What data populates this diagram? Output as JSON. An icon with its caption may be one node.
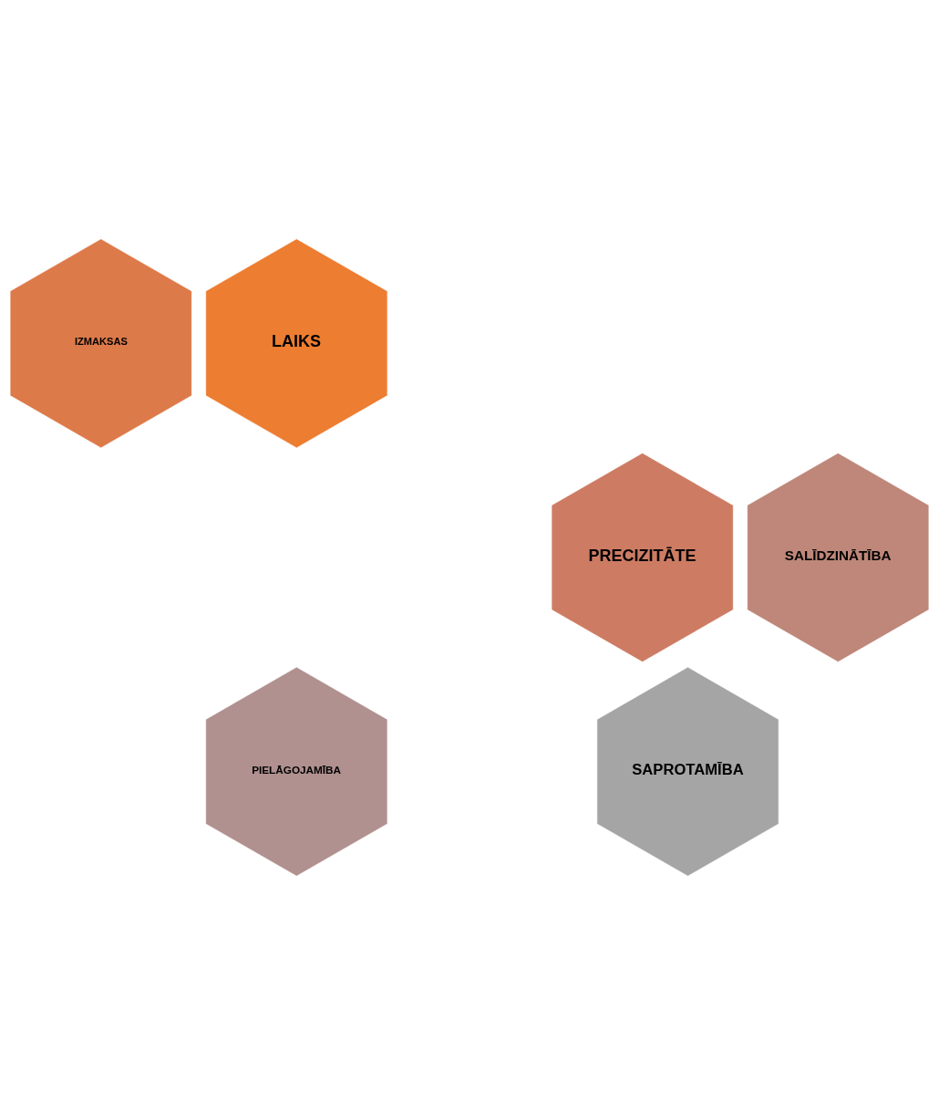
{
  "diagram": {
    "nodes": [
      {
        "text": [
          "IZMAKSAS"
        ]
      },
      {
        "text": [
          "LAIKS"
        ]
      },
      {
        "text": [
          "PRECIZITĀTE"
        ]
      },
      {
        "text": [
          "SALĪDZINĀTĪBA"
        ]
      },
      {
        "text": [
          "SAPROTAMĪBA"
        ]
      },
      {
        "text": [
          "PIELĀGOJAMĪBA"
        ]
      }
    ]
  }
}
